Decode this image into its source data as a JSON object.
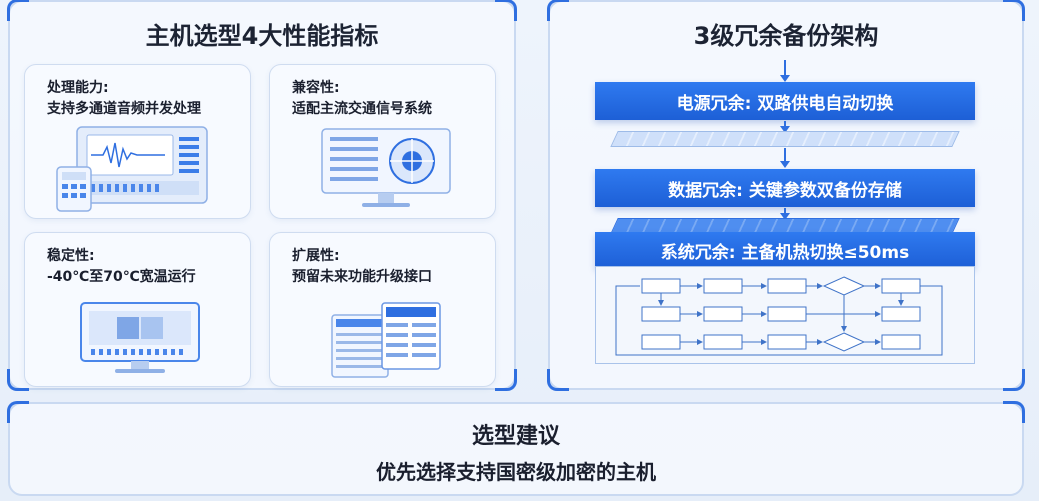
{
  "left_panel": {
    "title": "主机选型4大性能指标",
    "cards": [
      {
        "title": "处理能力:",
        "desc": "支持多通道音频并发处理",
        "icon": "audio-workstation-icon"
      },
      {
        "title": "兼容性:",
        "desc": "适配主流交通信号系统",
        "icon": "signal-monitor-icon"
      },
      {
        "title": "稳定性:",
        "desc": "-40℃至70℃宽温运行",
        "icon": "monitor-icon"
      },
      {
        "title": "扩展性:",
        "desc": "预留未来功能升级接口",
        "icon": "expansion-panels-icon"
      }
    ]
  },
  "right_panel": {
    "title": "3级冗余备份架构",
    "layers": [
      {
        "label": "电源冗余: 双路供电自动切换"
      },
      {
        "label": "数据冗余: 关键参数双备份存储"
      },
      {
        "label": "系统冗余: 主备机热切换≤50ms"
      }
    ]
  },
  "recommendation": {
    "title": "选型建议",
    "text": "优先选择支持国密级加密的主机"
  },
  "colors": {
    "accent": "#2f6fe0",
    "layer": "#1d5fd6"
  }
}
